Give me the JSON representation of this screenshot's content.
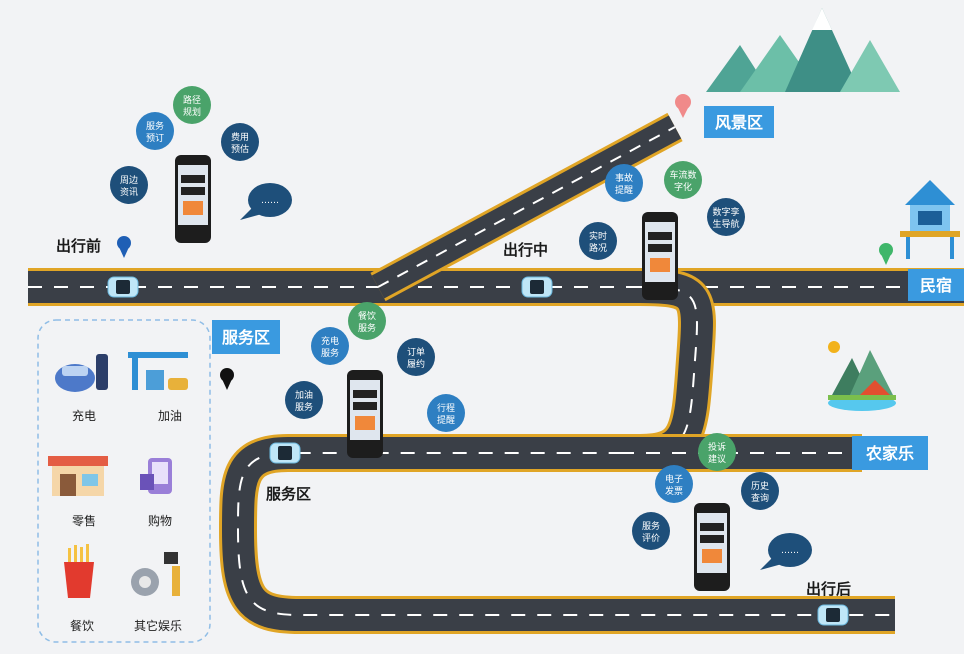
{
  "stage_labels": {
    "before": "出行前",
    "during": "出行中",
    "service_area": "服务区",
    "after": "出行后"
  },
  "destinations": {
    "scenic": "风景区",
    "homestay": "民宿",
    "farm": "农家乐",
    "service_tag": "服务区"
  },
  "bubbles_before": [
    "周边资讯",
    "服务预订",
    "路径规划",
    "费用预估"
  ],
  "bubbles_during": [
    "实时路况",
    "事故提醒",
    "车流数字化",
    "数字孪生导航"
  ],
  "bubbles_service": [
    "加油服务",
    "充电服务",
    "餐饮服务",
    "订单履约",
    "行程提醒"
  ],
  "bubbles_after": [
    "服务评价",
    "电子发票",
    "投诉建议",
    "历史查询"
  ],
  "speech_dots": "……",
  "legend": [
    "充电",
    "加油",
    "零售",
    "购物",
    "餐饮",
    "其它娱乐"
  ],
  "colors": {
    "road": "#3a3f47",
    "road_edge": "#e0a526",
    "tag_blue": "#3a9ae0",
    "bubble_green": "#4aa36a",
    "bubble_navy": "#1e4f7a",
    "bubble_blue": "#2e7fc2"
  }
}
